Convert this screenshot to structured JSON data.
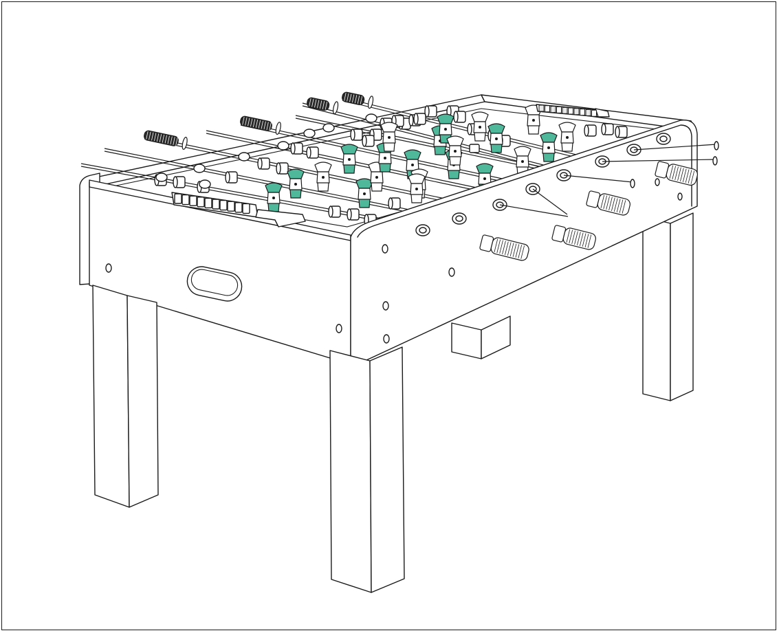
{
  "illustration": {
    "subject": "foosball-table",
    "colors": {
      "line": "#1a1a1a",
      "fill": "#ffffff",
      "player_accent": "#4fb89a",
      "handle_dark": "#2a2a2a"
    },
    "front_rods": 4,
    "back_rods": 4,
    "players_visible": 22
  }
}
